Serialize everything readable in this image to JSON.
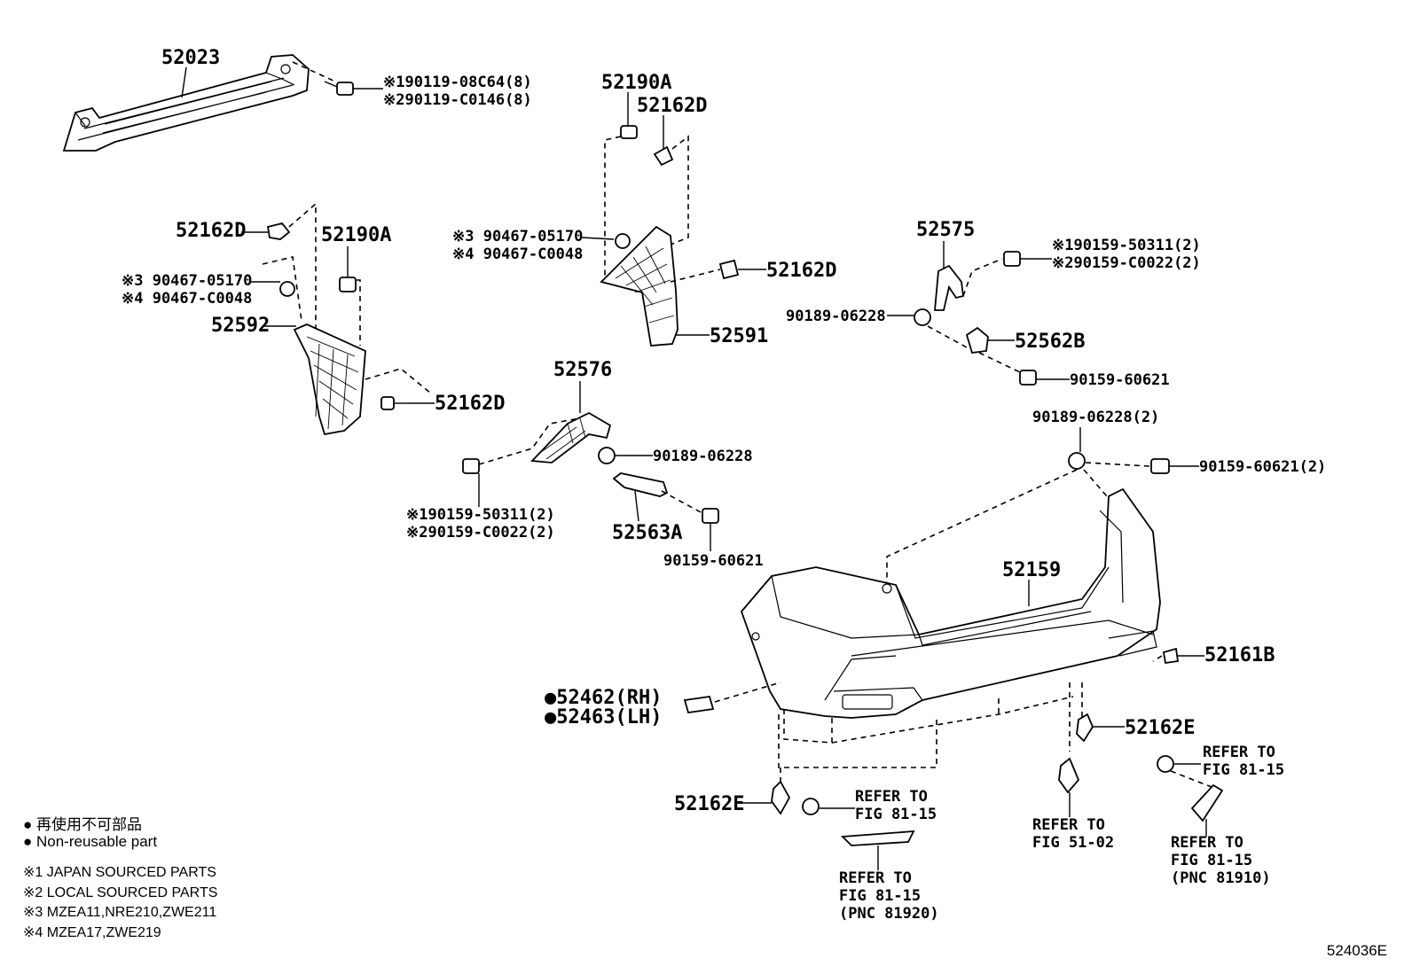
{
  "labels": {
    "p52023": "52023",
    "p90119a": "※190119-08C64(8)",
    "p90119b": "※290119-C0146(8)",
    "p52190A_top": "52190A",
    "p52162D_top": "52162D",
    "p52162D_left": "52162D",
    "p52190A_left": "52190A",
    "p90467a_left": "※3 90467-05170",
    "p90467b_left": "※4 90467-C0048",
    "p52592": "52592",
    "p52162D_lower": "52162D",
    "p90467a_mid": "※3 90467-05170",
    "p90467b_mid": "※4 90467-C0048",
    "p52162D_mid": "52162D",
    "p52591": "52591",
    "p52575": "52575",
    "p90159a_right": "※190159-50311(2)",
    "p90159b_right": "※290159-C0022(2)",
    "p90189_right": "90189-06228",
    "p52562B": "52562B",
    "p90159_60621_right": "90159-60621",
    "p90189_2": "90189-06228(2)",
    "p90159_60621_2": "90159-60621(2)",
    "p52576": "52576",
    "p90189_mid": "90189-06228",
    "p90159a_mid": "※190159-50311(2)",
    "p90159b_mid": "※290159-C0022(2)",
    "p52563A": "52563A",
    "p90159_60621_mid": "90159-60621",
    "p52159": "52159",
    "p52161B": "52161B",
    "p52462": "●52462(RH)",
    "p52463": "●52463(LH)",
    "p52162E_right": "52162E",
    "p52162E_left": "52162E",
    "ref1_a": "REFER TO",
    "ref1_b": "FIG 81-15",
    "ref2_a": "REFER TO",
    "ref2_b": "FIG 81-15",
    "ref2_c": "(PNC 81920)",
    "ref3_a": "REFER TO",
    "ref3_b": "FIG 51-02",
    "ref4_a": "REFER TO",
    "ref4_b": "FIG 81-15",
    "ref5_a": "REFER TO",
    "ref5_b": "FIG 81-15",
    "ref5_c": "(PNC 81910)"
  },
  "legend": {
    "jp_non_reusable": "● 再使用不可部品",
    "en_non_reusable": "● Non-reusable part",
    "note1": "※1 JAPAN SOURCED PARTS",
    "note2": "※2 LOCAL SOURCED PARTS",
    "note3": "※3 MZEA11,NRE210,ZWE211",
    "note4": "※4 MZEA17,ZWE219"
  },
  "figure_id": "524036E"
}
